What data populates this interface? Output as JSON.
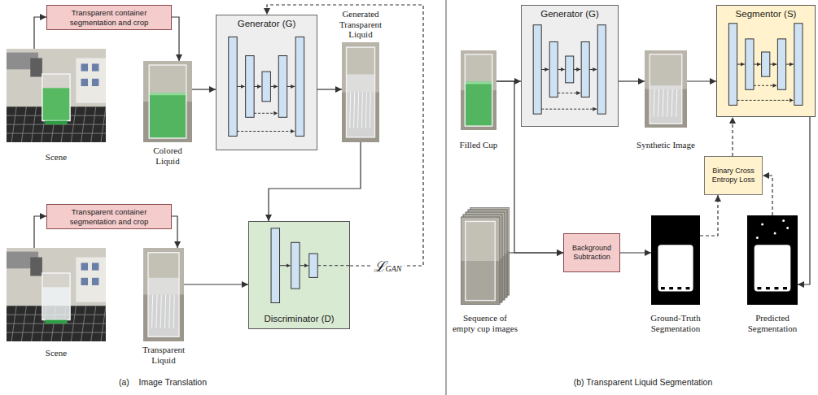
{
  "diagram": {
    "nodes": [
      {
        "text": [
          "Transparent container segmentation and crop"
        ]
      },
      {
        "text": [
          "Scene"
        ]
      },
      {
        "text": [
          "Colored Liquid"
        ]
      },
      {
        "text": [
          "Generator (G)"
        ]
      },
      {
        "text": [
          "Generated Transparent Liquid"
        ]
      },
      {
        "text": [
          "Transparent container segmentation and crop"
        ]
      },
      {
        "text": [
          "Scene"
        ]
      },
      {
        "text": [
          "Transparent Liquid"
        ]
      },
      {
        "text": [
          "Discriminator (D)"
        ]
      },
      {
        "text": [
          "Filled Cup"
        ]
      },
      {
        "text": [
          "Generator (G)"
        ]
      },
      {
        "text": [
          "Synthetic Image"
        ]
      },
      {
        "text": [
          "Segmentor (S)"
        ]
      },
      {
        "text": [
          "Binary Cross Entropy Loss"
        ]
      },
      {
        "text": [
          "Sequence of empty cup images"
        ]
      },
      {
        "text": [
          "Background Subtraction"
        ]
      },
      {
        "text": [
          "Ground-Truth Segmentation"
        ]
      },
      {
        "text": [
          "Predicted Segmentation"
        ]
      }
    ],
    "edges": [
      {
        "from": 1,
        "to": 0,
        "arrow": "to"
      },
      {
        "from": 0,
        "to": 2,
        "arrow": "to"
      },
      {
        "from": 2,
        "to": 3,
        "arrow": "to"
      },
      {
        "from": 3,
        "to": 4,
        "arrow": "to"
      },
      {
        "from": 4,
        "to": 8,
        "arrow": "to"
      },
      {
        "from": 8,
        "to": 3,
        "arrow": "to",
        "label": "ℒGAN"
      },
      {
        "from": 6,
        "to": 5,
        "arrow": "to"
      },
      {
        "from": 5,
        "to": 7,
        "arrow": "to"
      },
      {
        "from": 7,
        "to": 8,
        "arrow": "to"
      },
      {
        "from": 9,
        "to": 10,
        "arrow": "to"
      },
      {
        "from": 10,
        "to": 11,
        "arrow": "to"
      },
      {
        "from": 11,
        "to": 12,
        "arrow": "to"
      },
      {
        "from": 12,
        "to": 17,
        "arrow": "to"
      },
      {
        "from": 9,
        "to": 15,
        "arrow": "to"
      },
      {
        "from": 14,
        "to": 15,
        "arrow": "to"
      },
      {
        "from": 15,
        "to": 16,
        "arrow": "to"
      },
      {
        "from": 16,
        "to": 13,
        "arrow": "to"
      },
      {
        "from": 17,
        "to": 13,
        "arrow": "to"
      },
      {
        "from": 13,
        "to": 12,
        "arrow": "to"
      }
    ],
    "labels": [
      "(a)    Image Translation",
      "(b) Transparent Liquid Segmentation"
    ]
  }
}
